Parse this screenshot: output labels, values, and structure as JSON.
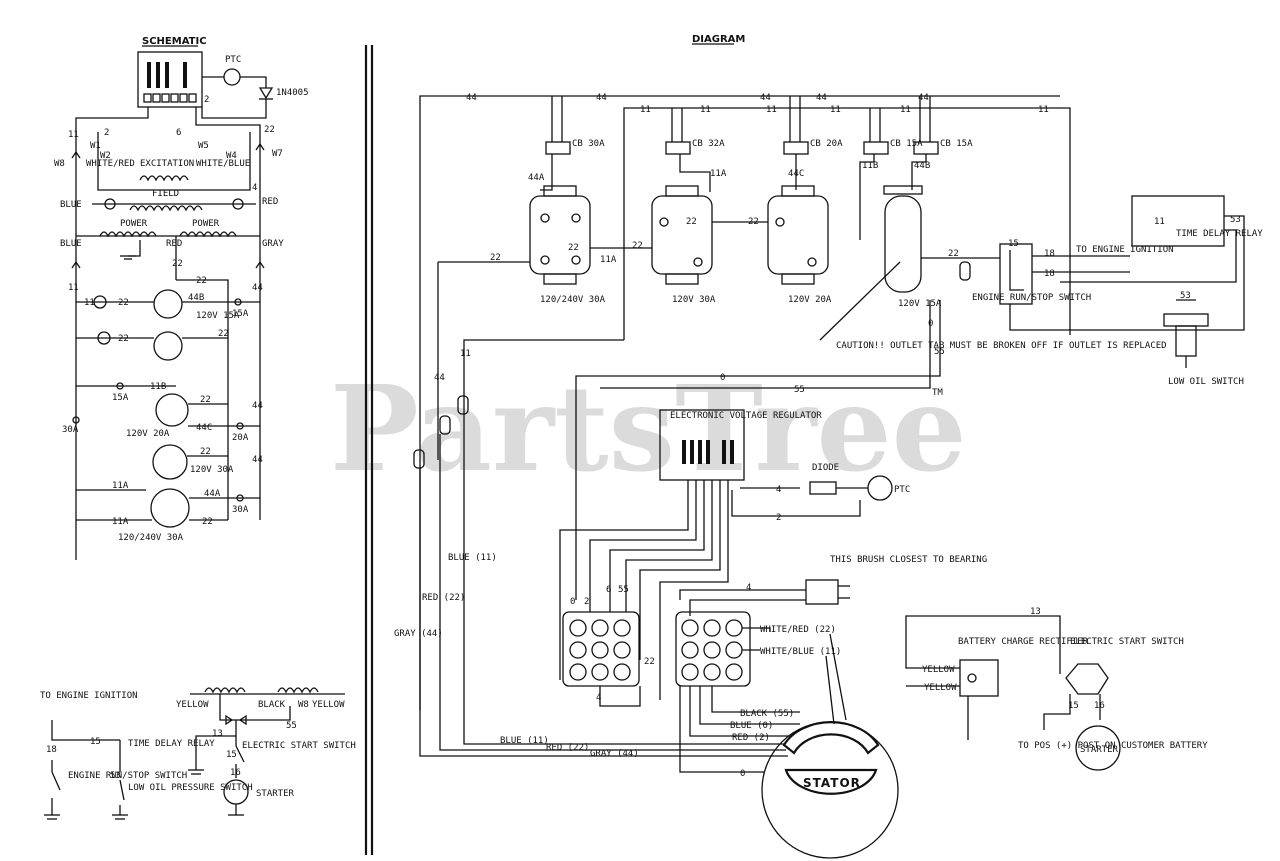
{
  "titles": {
    "schematic": "SCHEMATIC",
    "diagram": "DIAGRAM"
  },
  "watermark": "PartsTree",
  "trademark": "TM",
  "schematic": {
    "ptc": "PTC",
    "diode": "1N4005",
    "w8": "W8",
    "w1": "W1",
    "w2": "W2",
    "w5": "W5",
    "w4": "W4",
    "w7": "W7",
    "white_red": "WHITE/RED",
    "excitation": "EXCITATION",
    "white_blue": "WHITE/BLUE",
    "field": "FIELD",
    "blue": "BLUE",
    "red": "RED",
    "power": "POWER",
    "gray": "GRAY",
    "n11": "11",
    "n22": "22",
    "n44": "44",
    "n2": "2",
    "n6": "6",
    "n4": "4",
    "n44b": "44B",
    "n11b": "11B",
    "n44c": "44C",
    "n44a": "44A",
    "n11a": "11A",
    "r120_15": "120V 15A",
    "r120_20": "120V 20A",
    "r120_30": "120V 30A",
    "b15a": "15A",
    "b20a": "20A",
    "b30a": "30A",
    "r240": "120/240V 30A"
  },
  "ignition": {
    "to_engine": "TO ENGINE IGNITION",
    "n18": "18",
    "n15": "15",
    "tdr": "TIME DELAY RELAY",
    "run_stop": "ENGINE RUN/STOP SWITCH",
    "n53": "53",
    "lop": "LOW OIL PRESSURE SWITCH"
  },
  "starter": {
    "yellow": "YELLOW",
    "black": "BLACK",
    "w8": "W8",
    "yellow2": "YELLOW",
    "n13": "13",
    "n15": "15",
    "n16": "16",
    "n55": "55",
    "switch": "ELECTRIC START SWITCH",
    "starter": "STARTER"
  },
  "diagram": {
    "w44": "44",
    "w11": "11",
    "w22": "22",
    "w0": "0",
    "w55": "55",
    "w2": "2",
    "w4": "4",
    "w18": "18",
    "cb30": "CB 30A",
    "cb32": "CB 32A",
    "cb20": "CB 20A",
    "cb15a": "CB 15A",
    "cb15b": "CB 15A",
    "l44a": "44A",
    "l11a": "11A",
    "l44c": "44C",
    "l11b": "11B",
    "l44b": "44B",
    "o240": "120/240V 30A",
    "o120_30": "120V 30A",
    "o120_20": "120V 20A",
    "o120_15": "120V 15A",
    "caution": "CAUTION!! OUTLET TAB MUST BE BROKEN OFF IF OUTLET IS REPLACED",
    "run_stop": "ENGINE RUN/STOP SWITCH",
    "to_ign": "TO ENGINE IGNITION",
    "tdr": "TIME DELAY RELAY",
    "n53": "53",
    "low_oil": "LOW OIL SWITCH",
    "regulator": "ELECTRONIC VOLTAGE REGULATOR",
    "diode": "DIODE",
    "ptc": "PTC",
    "brush": "THIS BRUSH CLOSEST TO BEARING",
    "blue11": "BLUE (11)",
    "red22": "RED (22)",
    "gray44": "GRAY (44)",
    "white_red22": "WHITE/RED (22)",
    "white_blue11": "WHITE/BLUE (11)",
    "black55": "BLACK (55)",
    "blue0": "BLUE (0)",
    "red2": "RED (2)",
    "bat_rect": "BATTERY CHARGE RECTIFIER",
    "yellow": "YELLOW",
    "e_start": "ELECTRIC START SWITCH",
    "to_pos": "TO POS (+) POST ON CUSTOMER BATTERY",
    "starter": "STARTER",
    "stator": "STATOR",
    "n13": "13",
    "n15": "15",
    "n16": "16",
    "n6": "6"
  }
}
